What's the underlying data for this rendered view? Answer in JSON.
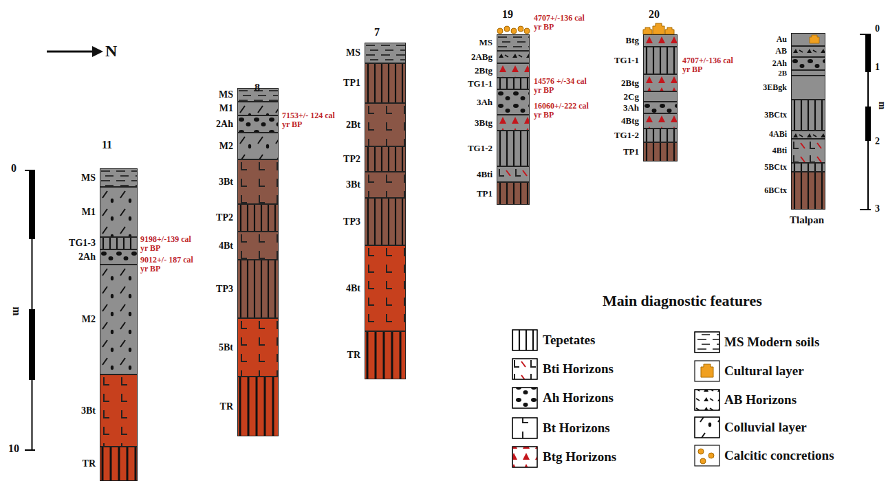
{
  "diagram": {
    "nodes": [
      {
        "text": [
          "MS"
        ]
      },
      {
        "text": [
          "M1"
        ]
      },
      {
        "text": [
          "TG1-3"
        ]
      },
      {
        "text": [
          "2Ah"
        ]
      },
      {
        "text": [
          "M2"
        ]
      },
      {
        "text": [
          "3Bt"
        ]
      },
      {
        "text": [
          "TR"
        ]
      },
      {
        "text": [
          "MS"
        ]
      },
      {
        "text": [
          "M1"
        ]
      },
      {
        "text": [
          "2Ah"
        ]
      },
      {
        "text": [
          "M2"
        ]
      },
      {
        "text": [
          "3Bt"
        ]
      },
      {
        "text": [
          "TP2"
        ]
      },
      {
        "text": [
          "4Bt"
        ]
      },
      {
        "text": [
          "TP3"
        ]
      },
      {
        "text": [
          "5Bt"
        ]
      },
      {
        "text": [
          "TR"
        ]
      },
      {
        "text": [
          "MS"
        ]
      },
      {
        "text": [
          "TP1"
        ]
      },
      {
        "text": [
          "2Bt"
        ]
      },
      {
        "text": [
          "TP2"
        ]
      },
      {
        "text": [
          "3Bt"
        ]
      },
      {
        "text": [
          "TP3"
        ]
      },
      {
        "text": [
          "4Bt"
        ]
      },
      {
        "text": [
          "TR"
        ]
      },
      {
        "text": [
          "MS"
        ]
      },
      {
        "text": [
          "2ABg"
        ]
      },
      {
        "text": [
          "2Btg"
        ]
      },
      {
        "text": [
          "TG1-1"
        ]
      },
      {
        "text": [
          "3Ah"
        ]
      },
      {
        "text": [
          "3Btg"
        ]
      },
      {
        "text": [
          "TG1-2"
        ]
      },
      {
        "text": [
          "4Bti"
        ]
      },
      {
        "text": [
          "TP1"
        ]
      },
      {
        "text": [
          "Btg"
        ]
      },
      {
        "text": [
          "TG1-1"
        ]
      },
      {
        "text": [
          "2Btg"
        ]
      },
      {
        "text": [
          "2Cg"
        ]
      },
      {
        "text": [
          "3Ah"
        ]
      },
      {
        "text": [
          "4Btg"
        ]
      },
      {
        "text": [
          "TG1-2"
        ]
      },
      {
        "text": [
          "TP1"
        ]
      },
      {
        "text": [
          "Au"
        ]
      },
      {
        "text": [
          "AB"
        ]
      },
      {
        "text": [
          "2Ah"
        ]
      },
      {
        "text": [
          "2B"
        ]
      },
      {
        "text": [
          "3EBgk"
        ]
      },
      {
        "text": [
          "3BCtx"
        ]
      },
      {
        "text": [
          "4ABi"
        ]
      },
      {
        "text": [
          "4Bti"
        ]
      },
      {
        "text": [
          "5BCtx"
        ]
      },
      {
        "text": [
          "6BCtx"
        ]
      }
    ],
    "labels": [
      "N",
      "11",
      "9198+/-139 cal yr BP",
      "9012+/- 187 cal yr BP",
      "8",
      "7153+/- 124 cal yr BP",
      "7",
      "19",
      "4707+/-136 cal yr BP",
      "14576 +/-34 cal yr BP",
      "16060+/-222 cal yr BP",
      "20",
      "4707+/-136 cal yr BP",
      "Tlalpan",
      "0",
      "m",
      "10",
      "0",
      "1",
      "m",
      "2",
      "3",
      "Main diagnostic features"
    ],
    "legend": [
      {
        "text": "Tepetates"
      },
      {
        "text": "Bti Horizons"
      },
      {
        "text": "Ah Horizons"
      },
      {
        "text": "Bt Horizons"
      },
      {
        "text": "Btg Horizons"
      },
      {
        "text": "MS Modern soils"
      },
      {
        "text": "Cultural layer"
      },
      {
        "text": "AB Horizons"
      },
      {
        "text": "Colluvial layer"
      },
      {
        "text": "Calcitic concretions"
      }
    ]
  }
}
